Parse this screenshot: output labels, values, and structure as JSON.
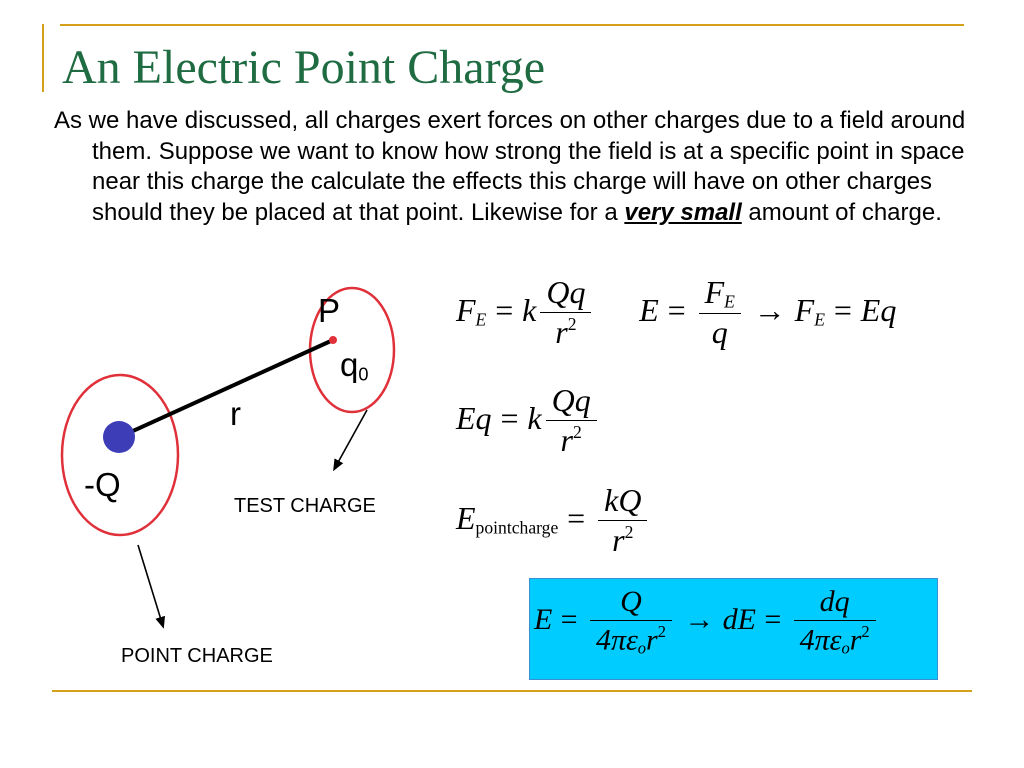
{
  "slide": {
    "title": "An Electric Point Charge",
    "body_before": "As we have discussed, all charges exert forces on other charges due to a field around them. Suppose we want to know how strong the field is at a specific point in space near this charge the calculate the effects this charge will have on other charges should they be placed at that point. Likewise for a ",
    "body_emphasis": "very small",
    "body_after": " amount of charge."
  },
  "diagram": {
    "point_label": "P",
    "test_charge_symbol": "q",
    "test_charge_subscript": "0",
    "distance_label": "r",
    "source_charge_label": "-Q",
    "test_charge_caption": "TEST CHARGE",
    "point_charge_caption": "POINT CHARGE",
    "colors": {
      "charge_dot": "#3d3db8",
      "circle_outline": "#e0303a",
      "accent_rule": "#d4a017",
      "title": "#1f6b42",
      "formula_box": "#00ccff"
    }
  },
  "equations": {
    "force_symbol": "F",
    "field_symbol": "E",
    "E_sub": "E",
    "k": "k",
    "Qq": "Qq",
    "q": "q",
    "r": "r",
    "r_exp": "2",
    "eq_sign": "=",
    "arrow": "→",
    "Eq": "Eq",
    "pointcharge_sub": "pointcharge",
    "kQ": "kQ",
    "Q": "Q",
    "dE": "dE",
    "dq": "dq",
    "four_pi_eps": "4πε",
    "eps_sub": "o"
  }
}
